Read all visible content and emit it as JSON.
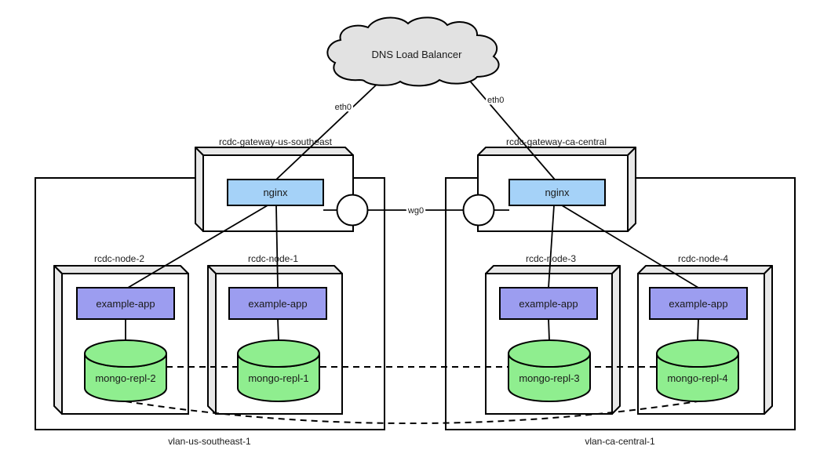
{
  "diagram": {
    "cloud": {
      "label": "DNS Load Balancer"
    },
    "interfaces": {
      "eth0_left": "eth0",
      "eth0_right": "eth0",
      "wg0": "wg0"
    },
    "gateways": [
      {
        "name": "rcdc-gateway-us-southeast",
        "service": "nginx"
      },
      {
        "name": "rcdc-gateway-ca-central",
        "service": "nginx"
      }
    ],
    "vlans": [
      {
        "name": "vlan-us-southeast-1",
        "nodes": [
          {
            "name": "rcdc-node-2",
            "app": "example-app",
            "db": "mongo-repl-2"
          },
          {
            "name": "rcdc-node-1",
            "app": "example-app",
            "db": "mongo-repl-1"
          }
        ]
      },
      {
        "name": "vlan-ca-central-1",
        "nodes": [
          {
            "name": "rcdc-node-3",
            "app": "example-app",
            "db": "mongo-repl-3"
          },
          {
            "name": "rcdc-node-4",
            "app": "example-app",
            "db": "mongo-repl-4"
          }
        ]
      }
    ],
    "colors": {
      "nginx": "#A5D2F8",
      "app": "#9C9DF0",
      "db": "#8FEE8F",
      "face3d": "#E8E8E8",
      "cloud_fill": "#E2E2E2",
      "stroke": "#000000",
      "text": "#1A1A1A"
    }
  }
}
